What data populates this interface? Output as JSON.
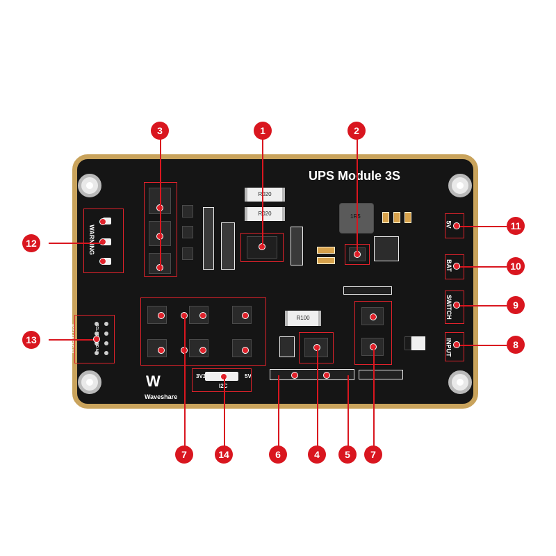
{
  "board": {
    "title": "UPS Module 3S",
    "labels": {
      "warning": "WARNING",
      "five_v": "5V",
      "bat": "BAT",
      "switch": "SWITCH",
      "input": "INPUT",
      "i2c_3v3": "3V3",
      "i2c_5v": "5V",
      "i2c": "I2C",
      "brand": "Waveshare",
      "r020_a": "R020",
      "r020_b": "R020",
      "inductor": "1R5",
      "r100": "R100",
      "header_row1": "VCC LAN GND A0",
      "header_row2": "SCL SDA GND A1"
    },
    "colors": {
      "board_bg": "#151515",
      "edge": "#c9a35c",
      "accent": "#d9161f"
    }
  },
  "callouts": {
    "c1": "1",
    "c2": "2",
    "c3": "3",
    "c4": "4",
    "c5": "5",
    "c6": "6",
    "c7a": "7",
    "c7b": "7",
    "c8": "8",
    "c9": "9",
    "c10": "10",
    "c11": "11",
    "c12": "12",
    "c13": "13",
    "c14": "14"
  }
}
